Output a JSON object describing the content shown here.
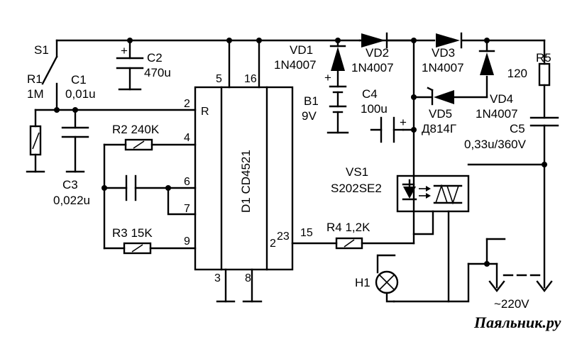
{
  "labels": {
    "s1": "S1",
    "r1": "R1",
    "r1v": "1M",
    "c1": "C1",
    "c1v": "0,01u",
    "c2": "C2",
    "c2v": "470u",
    "r2": "R2 240K",
    "c3": "C3",
    "c3v": "0,022u",
    "r3": "R3 15K",
    "vd1": "VD1",
    "vd1v": "1N4007",
    "vd2": "VD2",
    "vd2v": "1N4007",
    "vd3": "VD3",
    "vd3v": "1N4007",
    "vd4": "VD4",
    "vd4v": "1N4007",
    "vd5": "VD5",
    "vd5v": "Д814Г",
    "b1": "B1",
    "b1v": "9V",
    "c4": "C4",
    "c4v": "100u",
    "r5": "R5",
    "r5v": "120",
    "c5": "C5",
    "c5v": "0,33u/360V",
    "vs1": "VS1",
    "vs1v": "S202SE2",
    "r4": "R4 1,2K",
    "h1": "H1",
    "mains": "~220V",
    "ic": "D1 CD4521",
    "watermark": "Паяльник.ру"
  },
  "pins": {
    "reset": "R",
    "p2": "2",
    "p4": "4",
    "p6": "6",
    "p7": "7",
    "p9": "9",
    "p5": "5",
    "p16": "16",
    "p3": "3",
    "p8": "8",
    "p15": "15",
    "q23": "2",
    "q23s": "23"
  },
  "polarity": {
    "plus": "+"
  }
}
